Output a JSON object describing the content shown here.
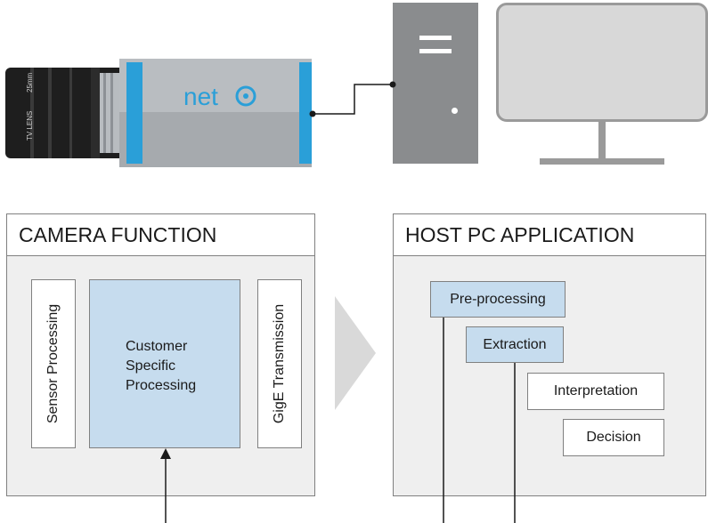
{
  "camera": {
    "brand": "net",
    "lens_text": "TV LENS",
    "lens_focal": "25mm"
  },
  "camera_panel": {
    "title": "CAMERA FUNCTION",
    "sensor_label": "Sensor Processing",
    "custom_lines": [
      "Customer",
      "Specific",
      "Processing"
    ],
    "gige_label": "GigE Transmission"
  },
  "pc_panel": {
    "title": "HOST PC APPLICATION",
    "steps": [
      "Pre-processing",
      "Extraction",
      "Interpretation",
      "Decision"
    ]
  },
  "colors": {
    "highlight_fill": "#c6dcee",
    "camera_accent": "#2a9fd8",
    "device_gray": "#8a8c8e",
    "border_gray": "#808080"
  }
}
